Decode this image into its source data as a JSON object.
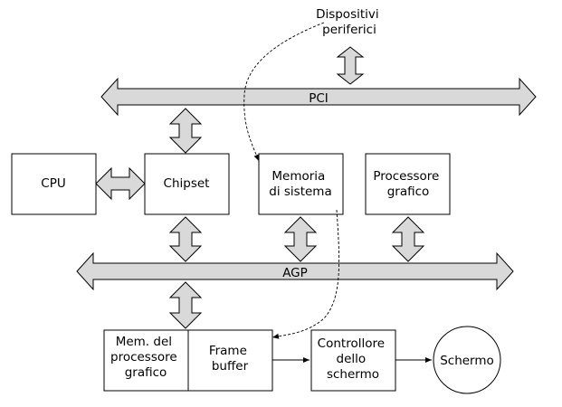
{
  "peripherals": {
    "line1": "Dispositivi",
    "line2": "periferici"
  },
  "buses": {
    "pci": "PCI",
    "agp": "AGP"
  },
  "blocks": {
    "cpu": "CPU",
    "chipset": "Chipset",
    "system_memory": {
      "line1": "Memoria",
      "line2": "di sistema"
    },
    "graphics_processor": {
      "line1": "Processore",
      "line2": "grafico"
    },
    "graphics_memory": {
      "line1": "Mem. del",
      "line2": "processore",
      "line3": "grafico"
    },
    "frame_buffer": {
      "line1": "Frame",
      "line2": "buffer"
    },
    "screen_controller": {
      "line1": "Controllore",
      "line2": "dello",
      "line3": "schermo"
    },
    "screen": "Schermo"
  }
}
